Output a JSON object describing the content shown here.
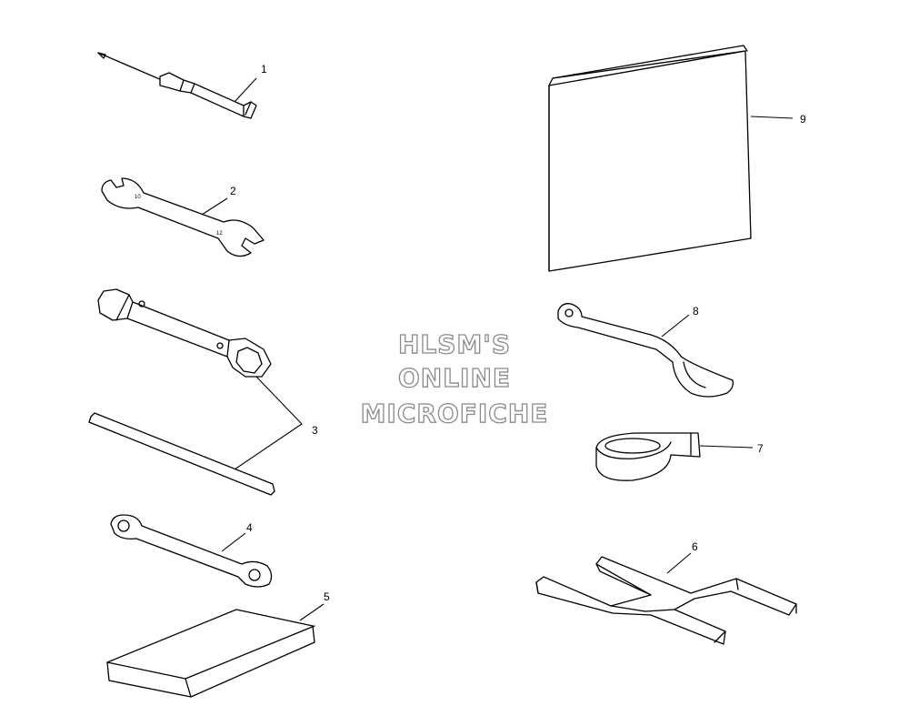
{
  "parts": [
    {
      "number": "1",
      "icon": "screwdriver-icon"
    },
    {
      "number": "2",
      "icon": "open-end-wrench-icon"
    },
    {
      "number": "3",
      "icon": "socket-wrench-and-tommy-bar-icon"
    },
    {
      "number": "4",
      "icon": "ring-wrench-icon"
    },
    {
      "number": "5",
      "icon": "tool-pouch-icon"
    },
    {
      "number": "6",
      "icon": "spring-compressor-tool-icon"
    },
    {
      "number": "7",
      "icon": "tape-icon"
    },
    {
      "number": "8",
      "icon": "spanner-hook-wrench-icon"
    },
    {
      "number": "9",
      "icon": "owners-manual-icon"
    }
  ],
  "watermark": {
    "line1": "HLSM'S",
    "line2": "ONLINE",
    "line3": "MICROFICHE",
    "color": "#8a8a8a"
  }
}
